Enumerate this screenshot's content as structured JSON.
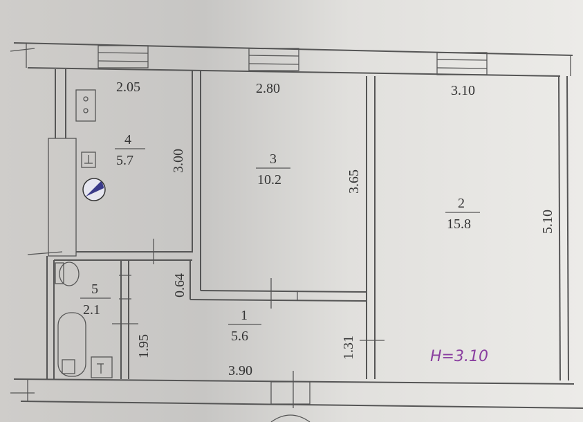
{
  "rooms": [
    {
      "number": "4",
      "area": "5.7"
    },
    {
      "number": "3",
      "area": "10.2"
    },
    {
      "number": "2",
      "area": "15.8"
    },
    {
      "number": "5",
      "area": "2.1"
    },
    {
      "number": "1",
      "area": "5.6"
    }
  ],
  "dimensions": {
    "kitchen_width": "2.05",
    "room3_width": "2.80",
    "room2_width": "3.10",
    "kitchen_depth": "3.00",
    "room3_depth": "3.65",
    "room2_depth": "5.10",
    "corridor_gap": "0.64",
    "bath_depth": "1.95",
    "hall_depth": "1.31",
    "hall_width": "3.90"
  },
  "ceiling_height": "H=3.10",
  "colors": {
    "paper": "#d8d6d3",
    "ink": "#555555",
    "handwriting": "#8a3fa0"
  }
}
